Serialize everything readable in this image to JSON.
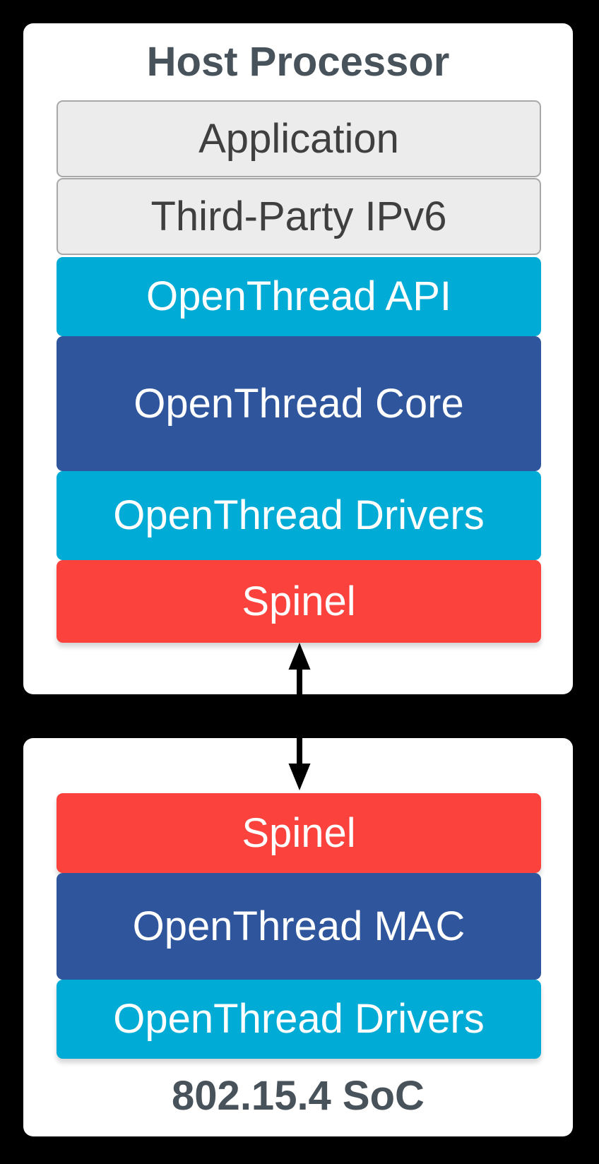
{
  "palette": {
    "background": "#000000",
    "card": "#FFFFFF",
    "cyan": "#00ABD5",
    "navy": "#2F559C",
    "red": "#FB423D",
    "gray_fill": "#ECECEC",
    "gray_border": "#A8A8A8",
    "heading_text": "#47525A",
    "gray_box_text": "#3F3F3F",
    "light_text": "#FFFFFF",
    "arrow": "#000000"
  },
  "host_processor": {
    "title": "Host Processor",
    "layers": [
      {
        "label": "Application",
        "bg": "#ECECEC",
        "text": "#3F3F3F"
      },
      {
        "label": "Third-Party IPv6",
        "bg": "#ECECEC",
        "text": "#3F3F3F"
      },
      {
        "label": "OpenThread API",
        "bg": "#00ABD5",
        "text": "#FFFFFF"
      },
      {
        "label": "OpenThread Core",
        "bg": "#2F559C",
        "text": "#FFFFFF"
      },
      {
        "label": "OpenThread Drivers",
        "bg": "#00ABD5",
        "text": "#FFFFFF"
      },
      {
        "label": "Spinel",
        "bg": "#FB423D",
        "text": "#FFFFFF"
      }
    ]
  },
  "soc": {
    "title": "802.15.4 SoC",
    "layers": [
      {
        "label": "Spinel",
        "bg": "#FB423D",
        "text": "#FFFFFF"
      },
      {
        "label": "OpenThread MAC",
        "bg": "#2F559C",
        "text": "#FFFFFF"
      },
      {
        "label": "OpenThread Drivers",
        "bg": "#00ABD5",
        "text": "#FFFFFF"
      }
    ]
  },
  "connector": {
    "type": "double-headed-vertical-arrow",
    "color": "#000000"
  }
}
